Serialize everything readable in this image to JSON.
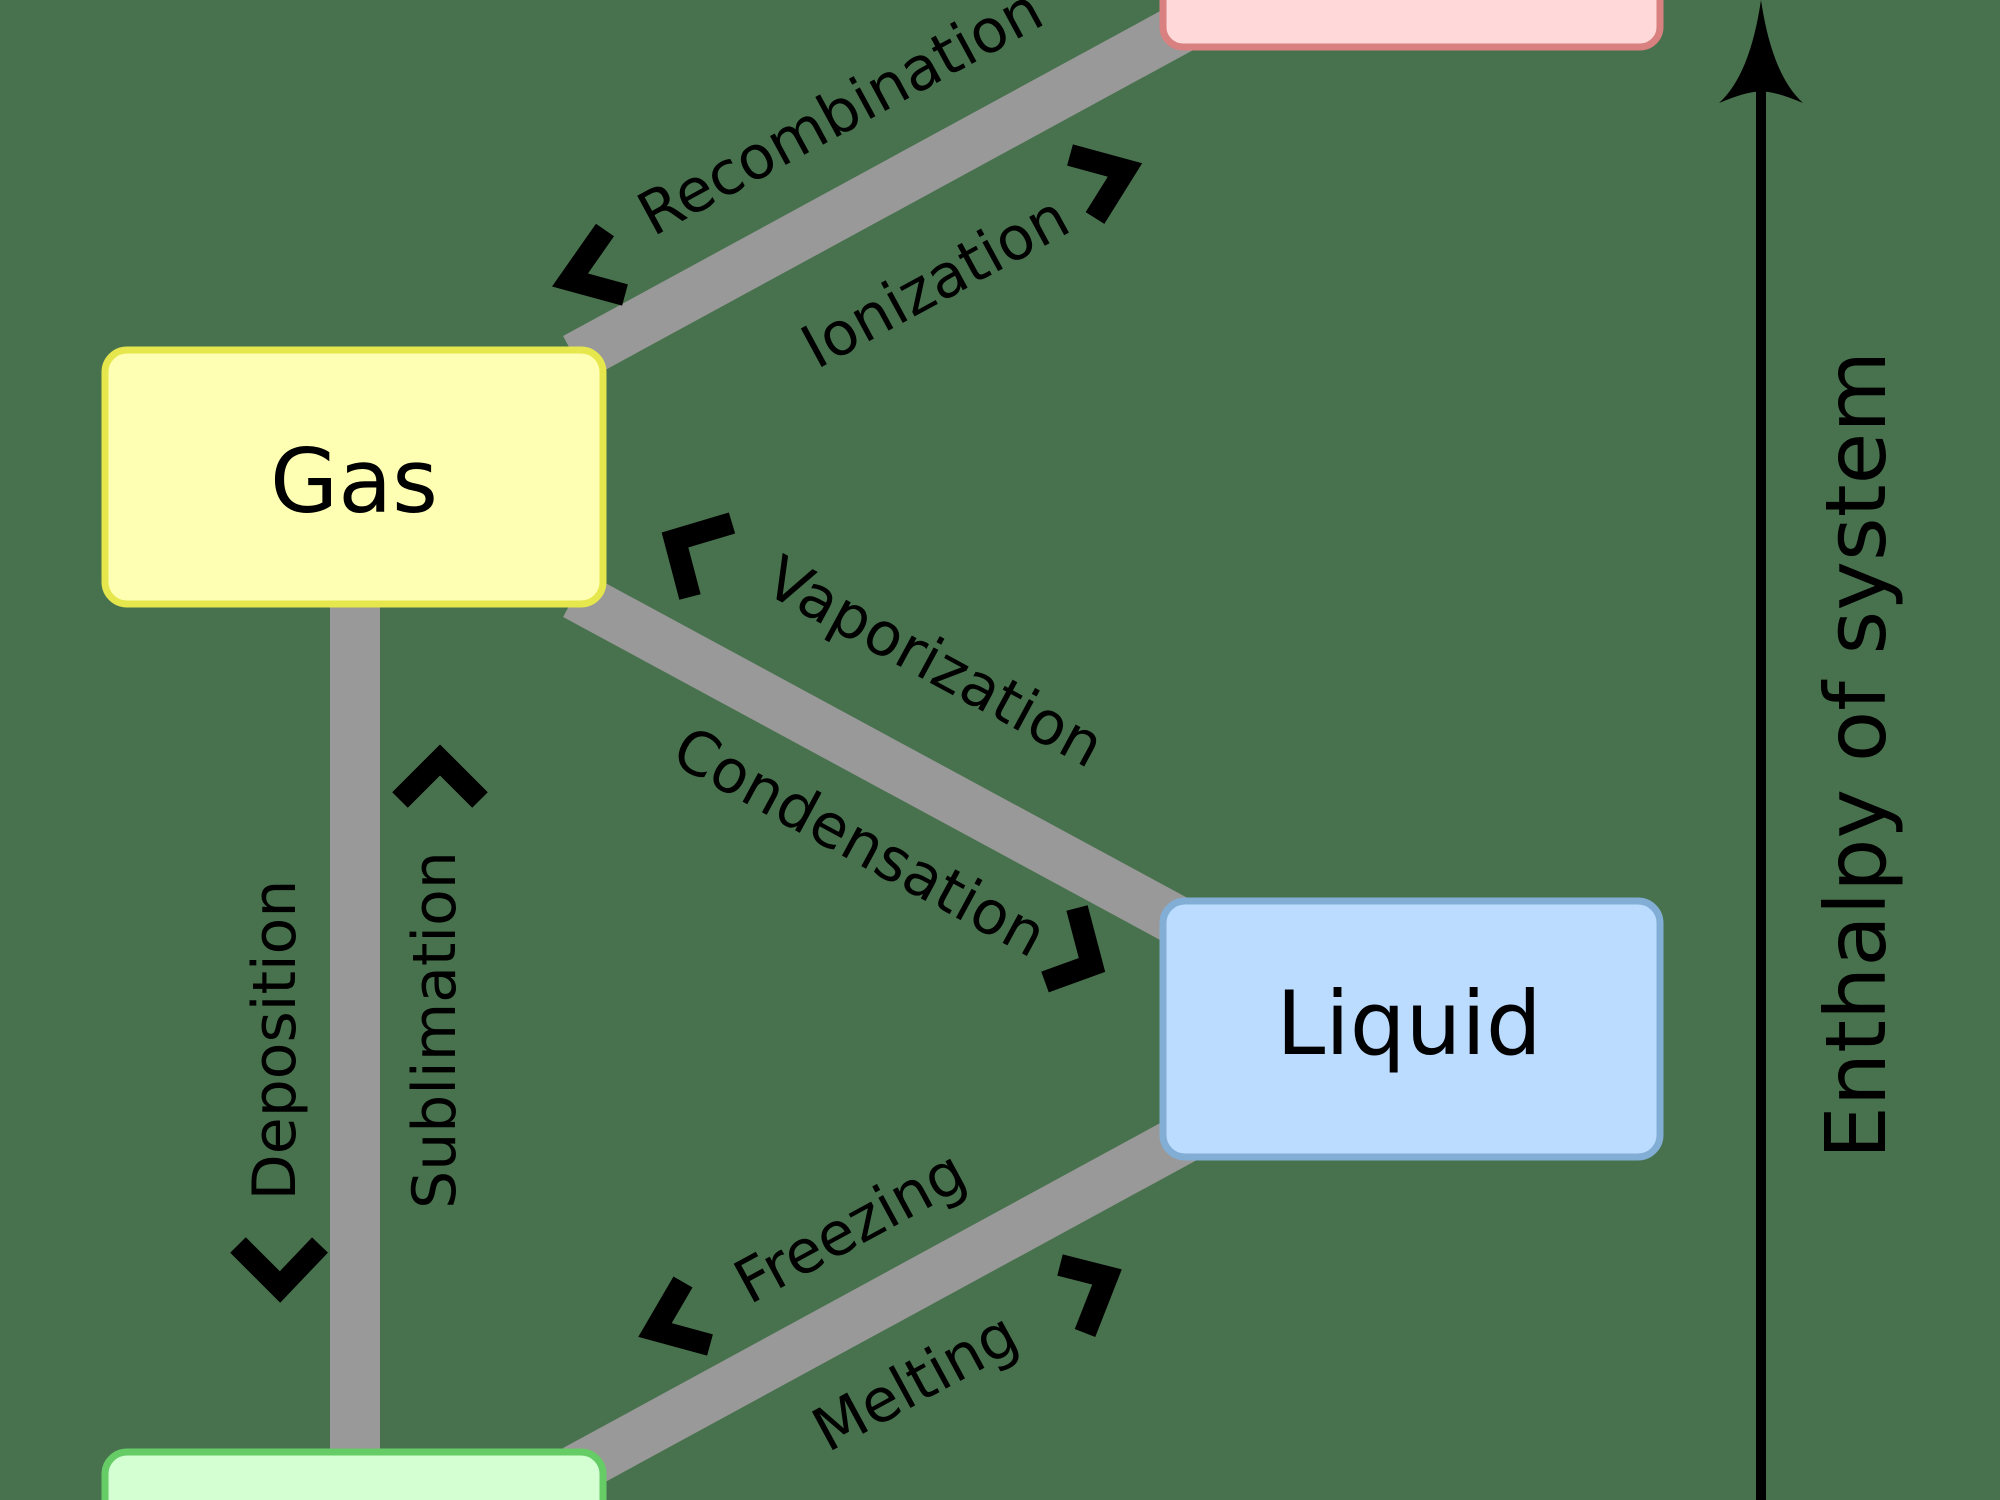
{
  "nodes": {
    "gas": {
      "label": "Gas",
      "fill": "#ffffb3",
      "stroke": "#e6e64d"
    },
    "liquid": {
      "label": "Liquid",
      "fill": "#bbdcff",
      "stroke": "#82aed6"
    },
    "plasma": {
      "label": "",
      "fill": "#ffd9d9",
      "stroke": "#d98080"
    },
    "solid": {
      "label": "",
      "fill": "#d3ffd3",
      "stroke": "#66cc66"
    }
  },
  "transitions": {
    "recombination": "Recombination",
    "ionization": "Ionization",
    "vaporization": "Vaporization",
    "condensation": "Condensation",
    "deposition": "Deposition",
    "sublimation": "Sublimation",
    "freezing": "Freezing",
    "melting": "Melting"
  },
  "axis": {
    "label": "Enthalpy of system"
  },
  "colors": {
    "background": "#48724d",
    "connector": "#999999",
    "arrow": "#000000"
  }
}
